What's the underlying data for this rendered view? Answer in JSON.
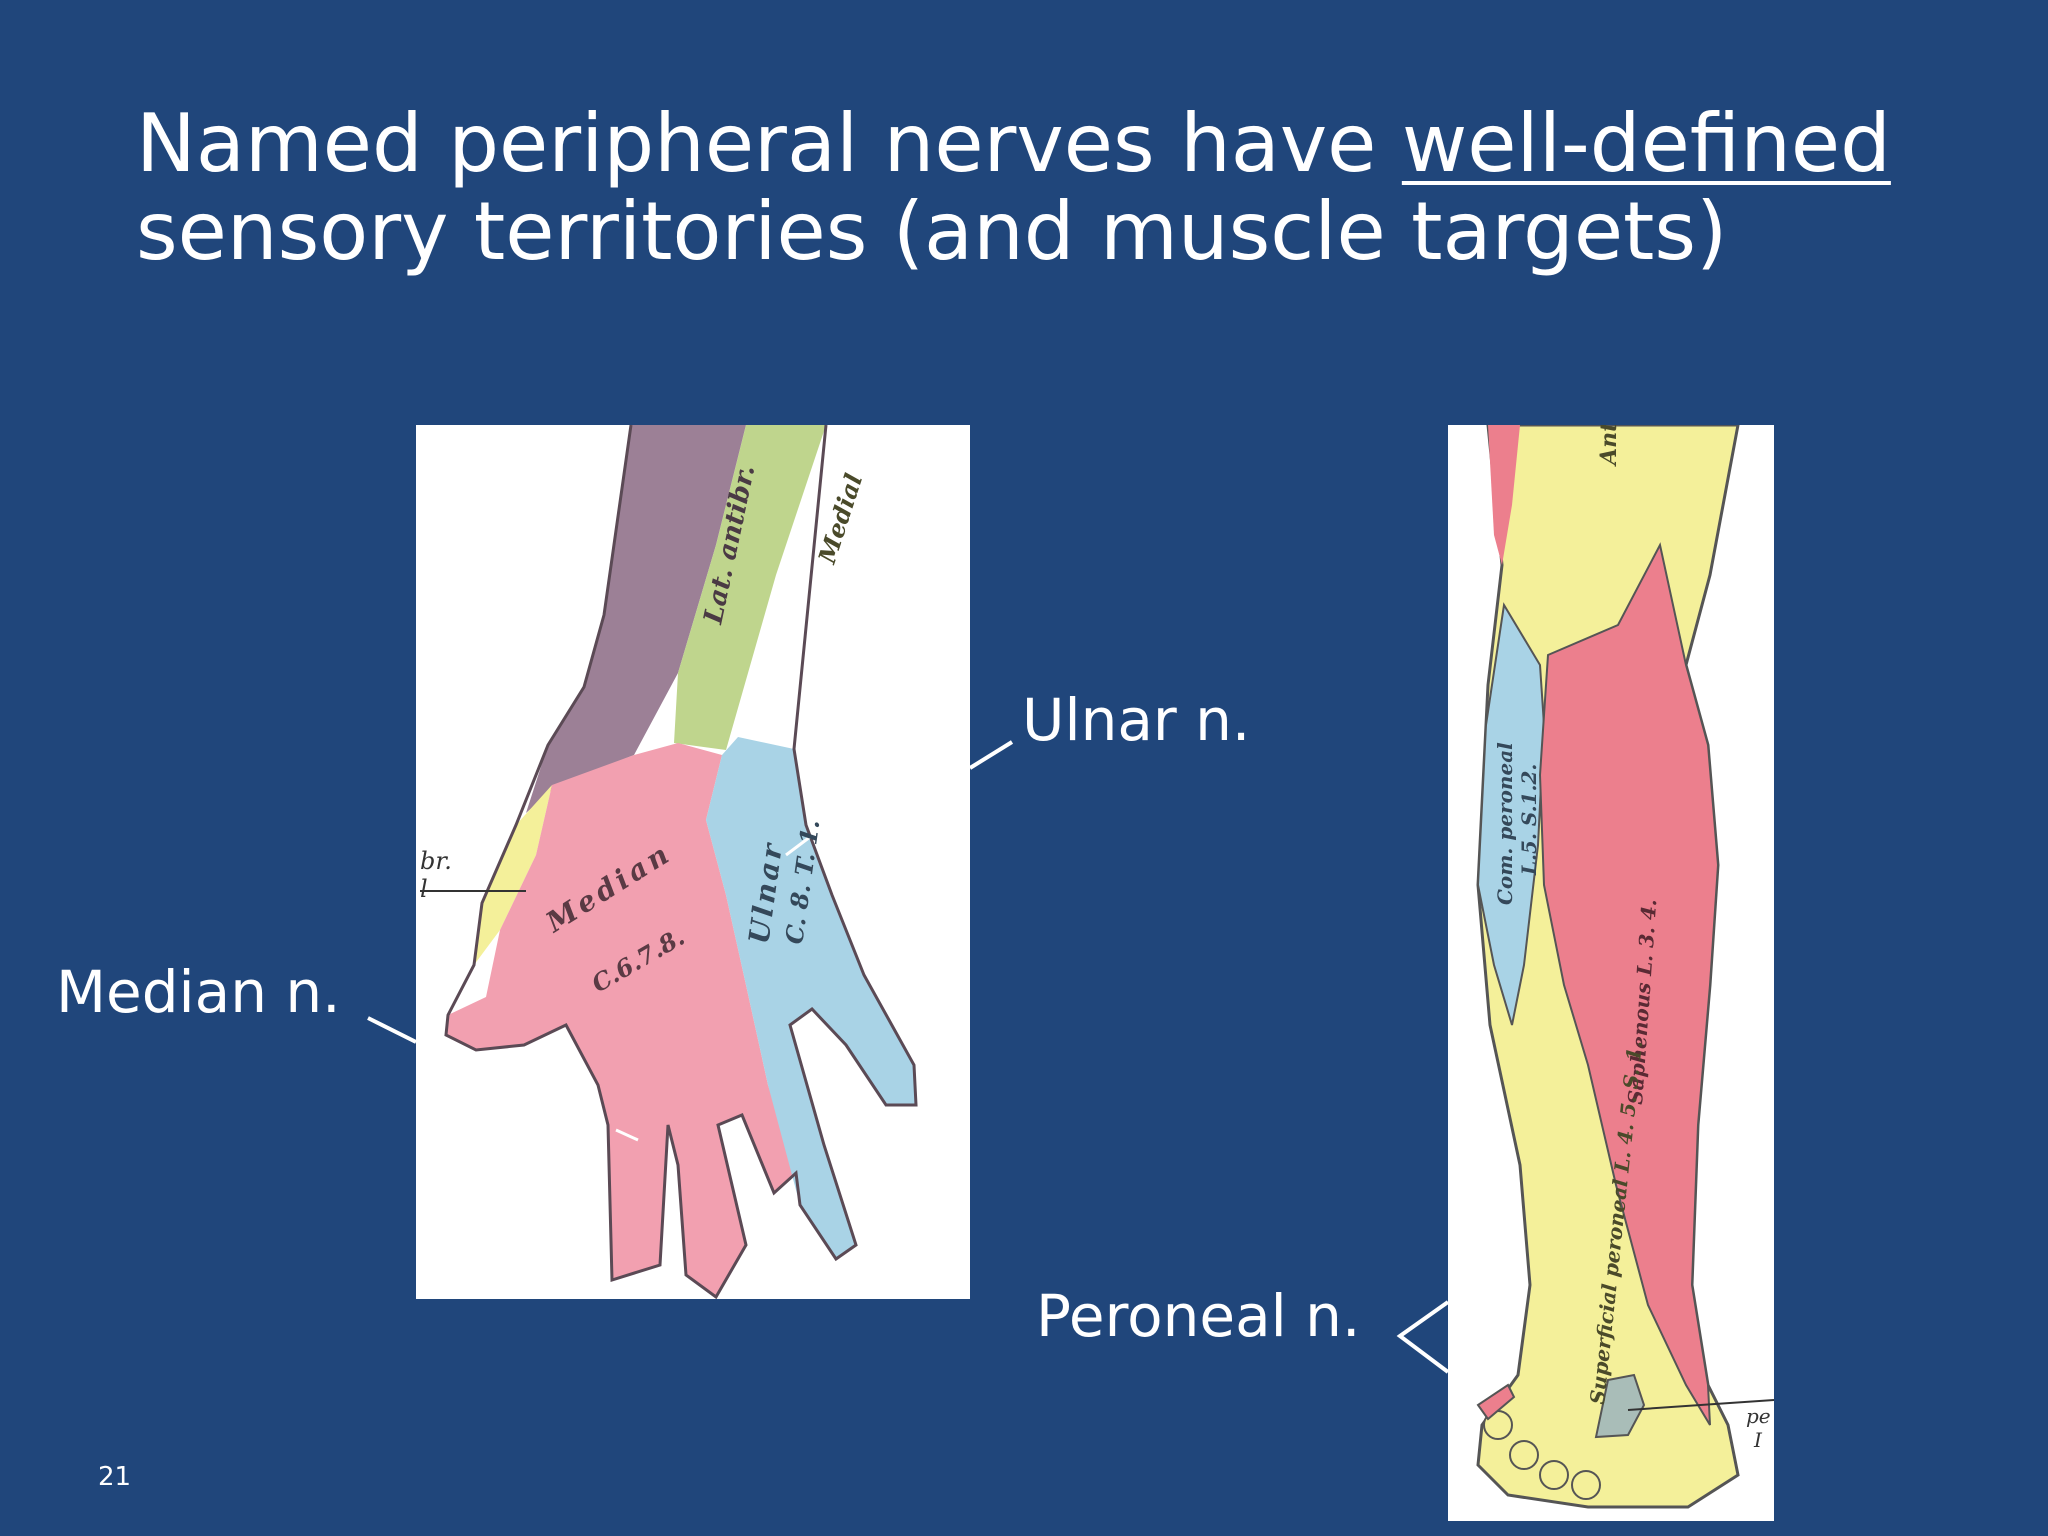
{
  "title": {
    "line1_before": "Named peripheral nerves have ",
    "line1_underlined": "well-defined",
    "line2": "sensory territories (and muscle targets)"
  },
  "labels": {
    "ulnar": "Ulnar n.",
    "median": "Median n.",
    "peroneal": "Peroneal n."
  },
  "slide_number": "21",
  "hand_diagram": {
    "lat_antibr": "Lat. antibr.",
    "medial": "Medial",
    "median": "Median",
    "median_roots": "C.6.7.8.",
    "ulnar": "Ulnar",
    "ulnar_roots": "C. 8. T. 1.",
    "edge_text_1": "br.",
    "edge_text_2": "l"
  },
  "leg_diagram": {
    "ant": "Ant",
    "com_peroneal": "Com. peroneal",
    "com_peroneal_roots": "L.5. S.1.2.",
    "saphenous": "Saphenous L. 3. 4.",
    "superficial_peroneal": "Superficial peroneal L. 4. 5. S. 1.",
    "edge_text_1": "pe",
    "edge_text_2": "I"
  },
  "colors": {
    "background": "#20467b",
    "median_pink": "#f2a0b0",
    "ulnar_blue": "#a9d3e6",
    "lat_purple": "#9c8096",
    "medial_green": "#bfd58d",
    "radial_yellow": "#f4f09a",
    "saphenous_red": "#ec7f8d"
  }
}
